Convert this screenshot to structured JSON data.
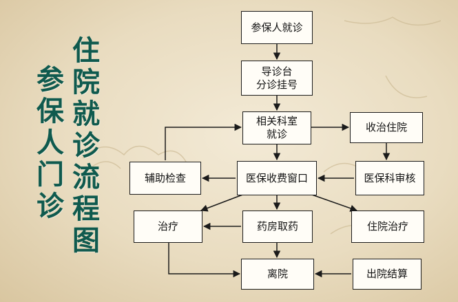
{
  "title": {
    "main": "住院就诊流程图",
    "sub": "参保人门诊"
  },
  "nodes": {
    "n1": {
      "lines": [
        "参保人就诊"
      ]
    },
    "n2": {
      "lines": [
        "导诊台",
        "分诊挂号"
      ]
    },
    "n3": {
      "lines": [
        "相关科室",
        "就诊"
      ]
    },
    "n4": {
      "lines": [
        "收治住院"
      ]
    },
    "n5": {
      "lines": [
        "辅助检查"
      ]
    },
    "n6": {
      "lines": [
        "医保收费窗口"
      ]
    },
    "n7": {
      "lines": [
        "医保科审核"
      ]
    },
    "n8": {
      "lines": [
        "治疗"
      ]
    },
    "n9": {
      "lines": [
        "药房取药"
      ]
    },
    "n10": {
      "lines": [
        "住院治疗"
      ]
    },
    "n11": {
      "lines": [
        "离院"
      ]
    },
    "n12": {
      "lines": [
        "出院结算"
      ]
    }
  },
  "colors": {
    "title": "#0f5a4e",
    "line": "#1a1a1a",
    "background": "#ebdfc5"
  }
}
